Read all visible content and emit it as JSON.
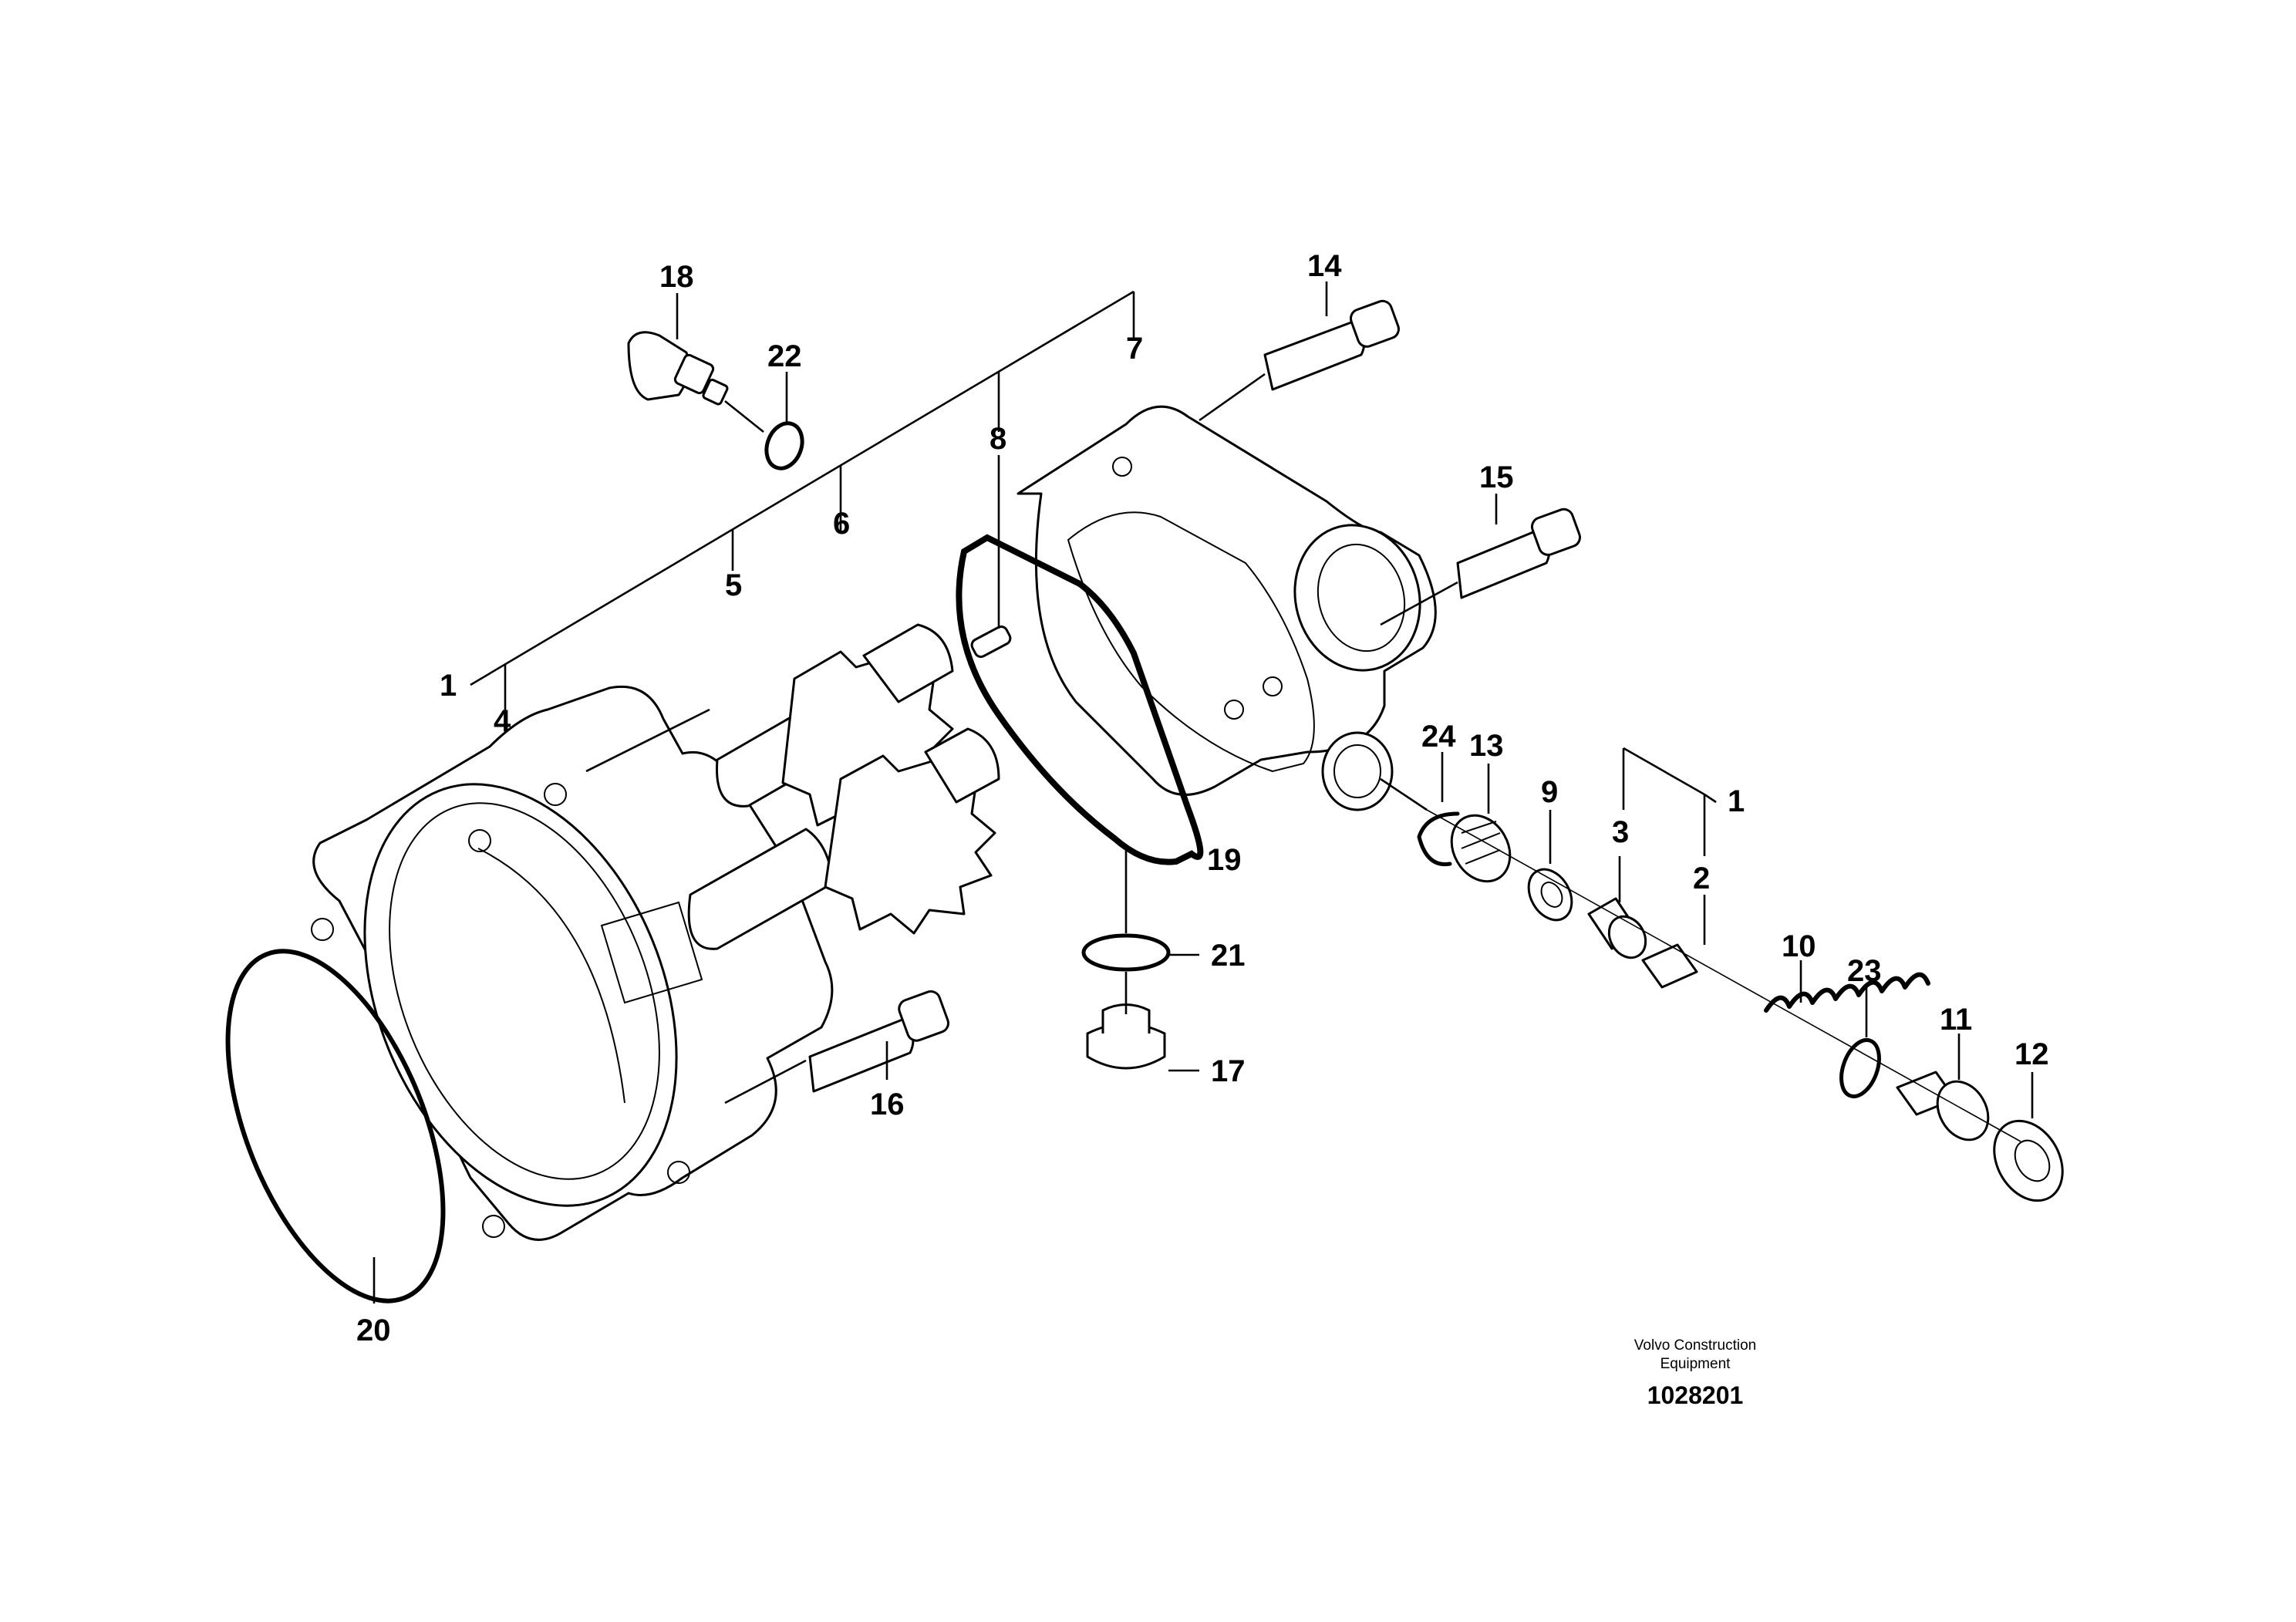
{
  "callouts": {
    "c1a": "1",
    "c1b": "1",
    "c2": "2",
    "c3": "3",
    "c4": "4",
    "c5": "5",
    "c6": "6",
    "c7": "7",
    "c8": "8",
    "c9": "9",
    "c10": "10",
    "c11": "11",
    "c12": "12",
    "c13": "13",
    "c14": "14",
    "c15": "15",
    "c16": "16",
    "c17": "17",
    "c18": "18",
    "c19": "19",
    "c20": "20",
    "c21": "21",
    "c22": "22",
    "c23": "23",
    "c24": "24"
  },
  "footer": {
    "company_line1": "Volvo Construction",
    "company_line2": "Equipment",
    "drawing_number": "1028201"
  }
}
